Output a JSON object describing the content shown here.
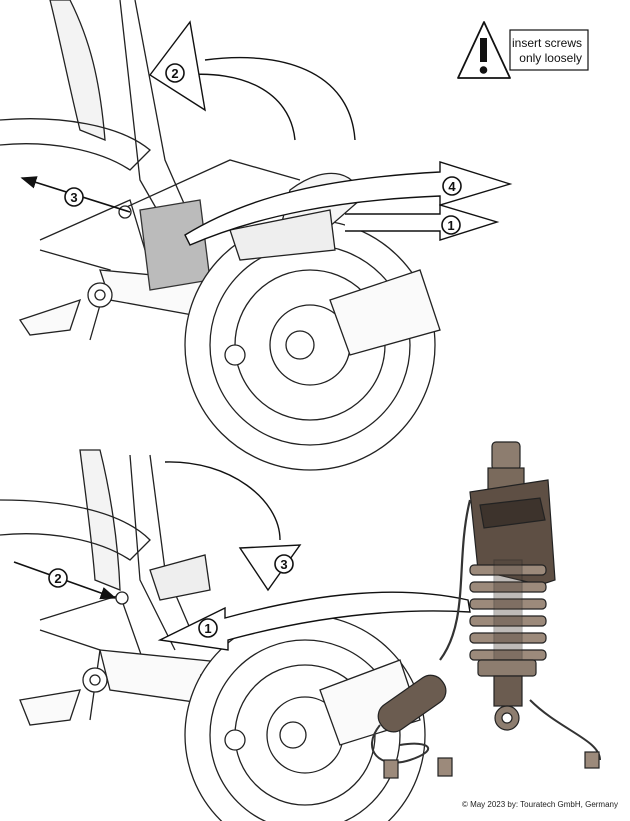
{
  "warning": {
    "icon": "warning-icon",
    "line1": "insert screws",
    "line2": "only loosely"
  },
  "top_figure": {
    "markers": [
      {
        "num": "1"
      },
      {
        "num": "2"
      },
      {
        "num": "3"
      },
      {
        "num": "4"
      }
    ]
  },
  "bottom_figure": {
    "markers": [
      {
        "num": "1"
      },
      {
        "num": "2"
      },
      {
        "num": "3"
      }
    ]
  },
  "footer": {
    "copyright": "© May 2023 by: Touratech GmbH, Germany"
  }
}
